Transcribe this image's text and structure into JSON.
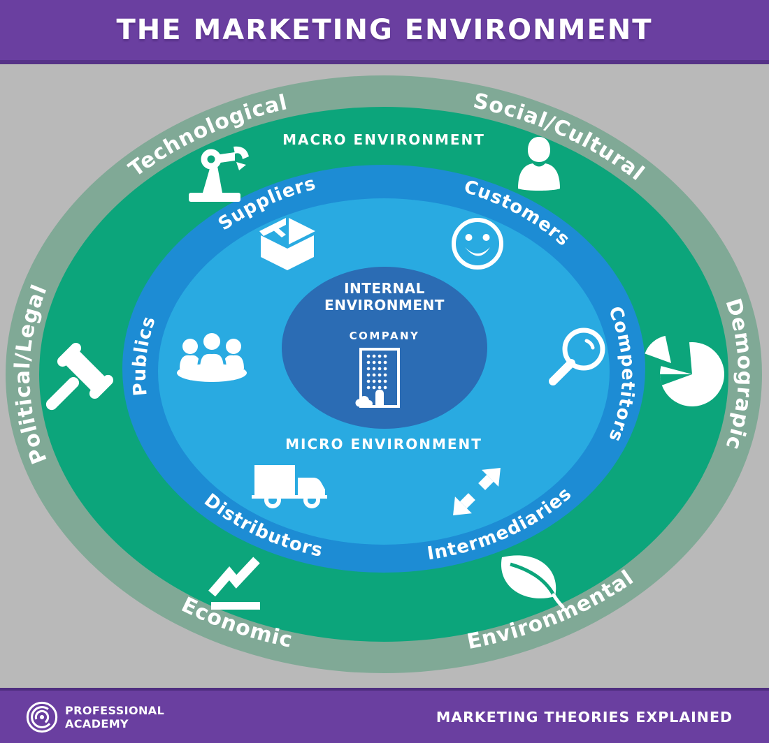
{
  "header": {
    "title": "THE MARKETING ENVIRONMENT"
  },
  "rings": {
    "macro_label": "MACRO ENVIRONMENT",
    "micro_label": "MICRO ENVIRONMENT",
    "internal_label_line1": "INTERNAL",
    "internal_label_line2": "ENVIRONMENT",
    "company_label": "COMPANY"
  },
  "macro_factors": [
    {
      "label": "Technological",
      "icon": "robot-arm-icon"
    },
    {
      "label": "Social/Cultural",
      "icon": "person-icon"
    },
    {
      "label": "Political/Legal",
      "icon": "gavel-icon"
    },
    {
      "label": "Demograpic",
      "icon": "pie-chart-icon"
    },
    {
      "label": "Economic",
      "icon": "trend-chart-icon"
    },
    {
      "label": "Environmental",
      "icon": "leaf-icon"
    }
  ],
  "micro_factors": [
    {
      "label": "Suppliers",
      "icon": "package-box-icon"
    },
    {
      "label": "Customers",
      "icon": "smiley-face-icon"
    },
    {
      "label": "Publics",
      "icon": "people-group-icon"
    },
    {
      "label": "Competitors",
      "icon": "magnifier-icon"
    },
    {
      "label": "Distributors",
      "icon": "delivery-truck-icon"
    },
    {
      "label": "Intermediaries",
      "icon": "double-arrow-icon"
    }
  ],
  "footer": {
    "logo_line1": "PROFESSIONAL",
    "logo_line2": "ACADEMY",
    "tagline": "MARKETING THEORIES EXPLAINED"
  },
  "colors": {
    "purple": "#6a3fa0",
    "purple_dark": "#563287",
    "background_gray": "#b9b9b9",
    "outer_ring_sage": "#80a996",
    "macro_green": "#0ca57b",
    "micro_ring_blue": "#1d8cd4",
    "micro_inner_blue": "#29aae1",
    "internal_blue": "#2b6cb4",
    "text_white": "#ffffff"
  }
}
